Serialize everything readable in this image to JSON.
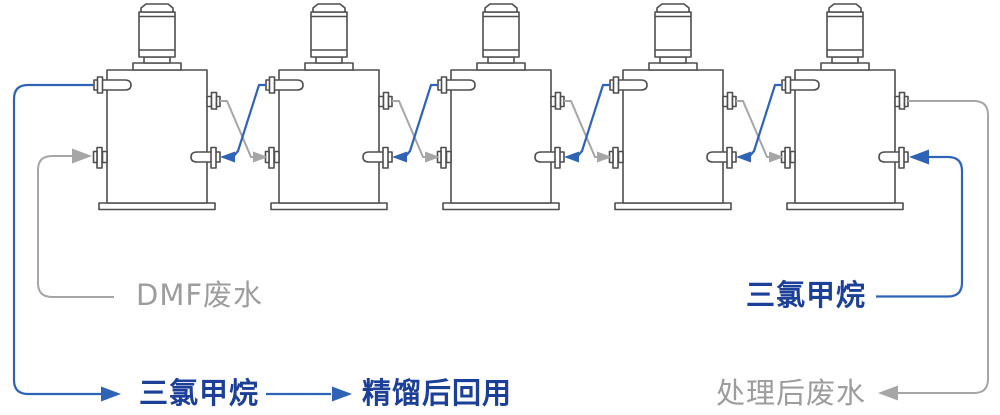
{
  "diagram": {
    "type": "process-flow",
    "equipment": {
      "tank_count": 5,
      "tanks": [
        {
          "name": "extraction-tank-1"
        },
        {
          "name": "extraction-tank-2"
        },
        {
          "name": "extraction-tank-3"
        },
        {
          "name": "extraction-tank-4"
        },
        {
          "name": "extraction-tank-5"
        }
      ]
    },
    "colors": {
      "background": "#ffffff",
      "equipment_outline": "#4e4e4e",
      "solvent_line": "#2e63b6",
      "solvent_text": "#1c3f97",
      "wastewater_line": "#a6a6a6",
      "wastewater_text": "#9d9d9d"
    }
  },
  "labels": {
    "dmf_wastewater": "DMF废水",
    "chloroform_out": "三氯甲烷",
    "reuse_after_distillation": "精馏后回用",
    "chloroform_in": "三氯甲烷",
    "treated_wastewater": "处理后废水"
  }
}
